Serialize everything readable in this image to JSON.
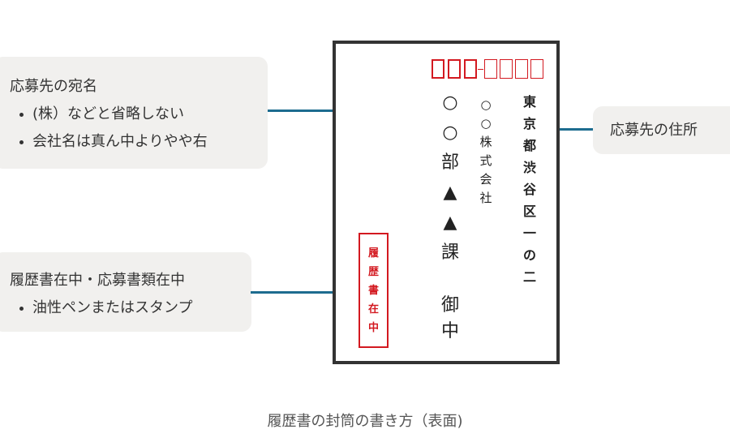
{
  "callouts": {
    "recipient": {
      "title": "応募先の宛名",
      "bullets": [
        "(株）などと省略しない",
        "会社名は真ん中よりやや右"
      ]
    },
    "enclosed": {
      "title": "履歴書在中・応募書類在中",
      "bullets": [
        "油性ペンまたはスタンプ"
      ]
    },
    "address": {
      "title": "応募先の住所"
    }
  },
  "envelope": {
    "address_chars": [
      "東",
      "京",
      "都",
      "渋",
      "谷",
      "区",
      "一",
      "の",
      "二"
    ],
    "company_chars": [
      "○",
      "○",
      "株",
      "式",
      "会",
      "社"
    ],
    "department_chars": [
      "○",
      "○",
      "部",
      "▲",
      "▲",
      "課"
    ],
    "onchu_chars": [
      "御",
      "中"
    ],
    "stamp_chars": [
      "履",
      "歴",
      "書",
      "在",
      "中"
    ]
  },
  "colors": {
    "accent_line": "#1d6c8f",
    "stamp_red": "#d31920",
    "callout_bg": "#f1f0ee"
  },
  "caption": "履歴書の封筒の書き方（表面)"
}
